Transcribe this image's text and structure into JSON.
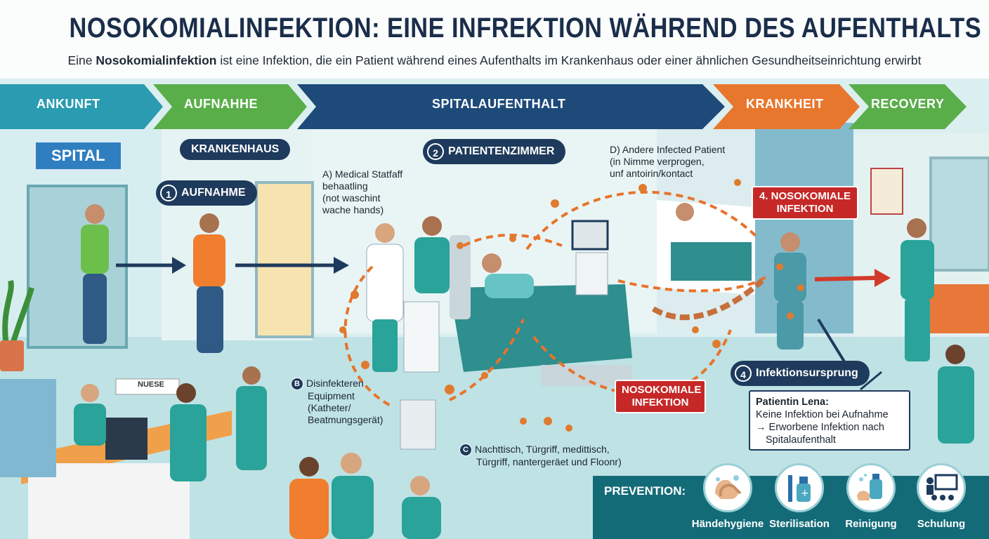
{
  "title": "NOSOKOMIALINFEKTION: EINE INFREKTION WÄHREND DES AUFENTHALTS",
  "subtitle": {
    "lead": "Eine ",
    "bold": "Nosokomialinfektion",
    "rest": " ist eine Infektion, die ein Patient während eines Aufenthalts im Krankenhaus oder einer ähnlichen Gesundheitseinrichtung erwirbt"
  },
  "stages": [
    {
      "label": "ANKUNFT",
      "color": "#2a9bb0"
    },
    {
      "label": "AUFNAHHE",
      "color": "#5aae4a"
    },
    {
      "label": "SPITALAUFENTHALT",
      "color": "#1e4a7a"
    },
    {
      "label": "KRANKHEIT",
      "color": "#e8772e"
    },
    {
      "label": "RECOVERY",
      "color": "#5aae4a"
    }
  ],
  "signs": {
    "spital": "SPITAL",
    "krankenhaus": "KRANKENHAUS",
    "aufnahme": "AUFNAHME",
    "aufnahme_num": "1",
    "patientenzimmer": "PATIENTENZIMMER",
    "patientenzimmer_num": "2",
    "nurse_desk": "NUESE"
  },
  "notes": {
    "a": [
      "A) Medical Statfaff",
      "behaatling",
      "(not waschint",
      "wache hands)"
    ],
    "b_letter": "B",
    "b": [
      "Disinfekteren",
      "Equipment",
      "(Katheter/",
      "Beatmungsgerät)"
    ],
    "c_letter": "C",
    "c": [
      "Nachttisch, Türgriff, medittisch,",
      "Türgriff, nantergeräet und Floonr)"
    ],
    "d": [
      "D) Andere Infected Patient",
      "(in Nimme verprogen,",
      "unf antoirin/kontact"
    ]
  },
  "tags": {
    "infection_top": [
      "4. NOSOKOMIALE",
      "INFEKTION"
    ],
    "infection_mid": [
      "NOSOKOMIALE",
      "INFEKTION"
    ]
  },
  "origin": {
    "num": "4",
    "label": "Infektionsursprung"
  },
  "patient_box": {
    "name": "Patientin Lena:",
    "line1": "Keine Infektion bei Aufnahme",
    "line2": "→ Erworbene Infektion nach",
    "line3": "Spitalaufenthalt"
  },
  "prevention": {
    "title": "PREVENTION:",
    "items": [
      {
        "label": "Händehygiene",
        "icon": "hand-washing-icon"
      },
      {
        "label": "Sterilisation",
        "icon": "spray-bottle-icon"
      },
      {
        "label": "Reinigung",
        "icon": "soap-dispenser-icon"
      },
      {
        "label": "Schulung",
        "icon": "training-icon"
      }
    ]
  },
  "colors": {
    "navy": "#1e3a5c",
    "teal": "#146b78",
    "alert_red": "#c62828",
    "infection_orange": "#e8732a",
    "scrubs": "#2aa39a"
  }
}
